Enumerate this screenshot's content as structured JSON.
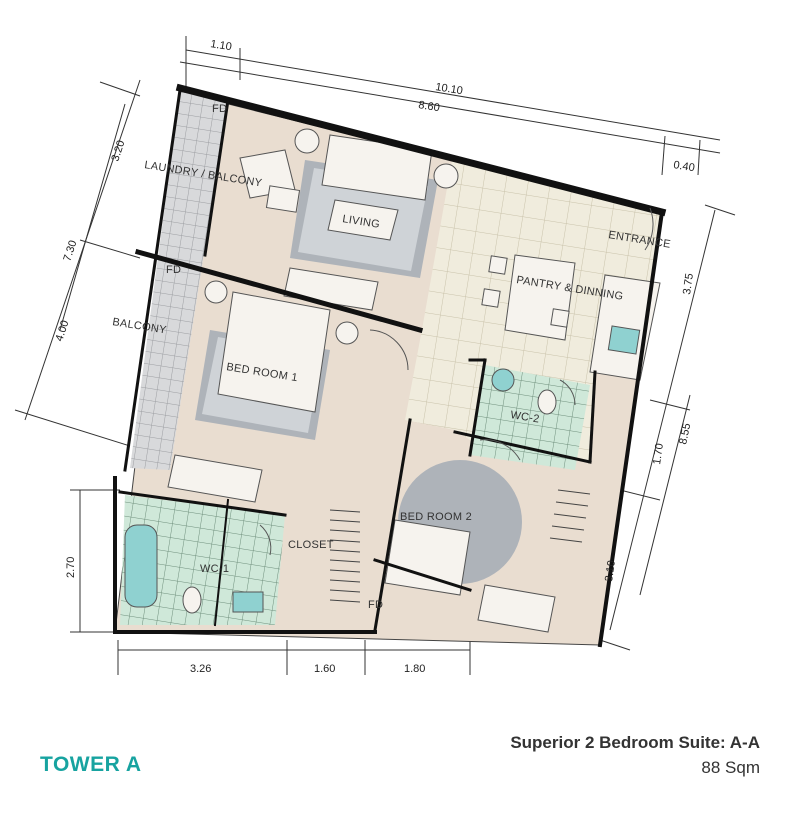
{
  "plan": {
    "rooms": {
      "laundry_balcony": "LAUNDRY / BALCONY",
      "living": "LIVING",
      "entrance": "ENTRANCE",
      "pantry_dining": "PANTRY & DINNING",
      "balcony": "BALCONY",
      "bedroom1": "BED ROOM  1",
      "wc2": "WC-2",
      "bedroom2": "BED ROOM  2",
      "wc1": "WC-1",
      "closet": "CLOSET",
      "fd": "FD"
    },
    "dimensions": {
      "top_1": "1.10",
      "top_2": "10.10",
      "top_3": "8.60",
      "top_4": "0.40",
      "left_1": "3.20",
      "left_2": "7.30",
      "left_3": "4.00",
      "left_4": "2.70",
      "right_1": "3.75",
      "right_2": "1.70",
      "right_3": "8.55",
      "right_4": "3.10",
      "bottom_1": "3.26",
      "bottom_2": "1.60",
      "bottom_3": "1.80"
    }
  },
  "footer": {
    "tower": "TOWER A",
    "suite_title": "Superior 2 Bedroom Suite: A-A",
    "area": "88 Sqm"
  }
}
